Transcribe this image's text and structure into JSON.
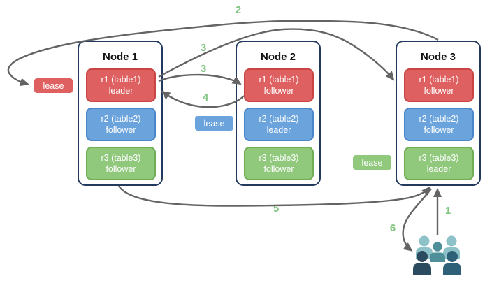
{
  "nodes": [
    {
      "title": "Node 1",
      "replicas": [
        {
          "label": "r1 (table1)",
          "role": "leader",
          "color": "red"
        },
        {
          "label": "r2 (table2)",
          "role": "follower",
          "color": "blue"
        },
        {
          "label": "r3 (table3)",
          "role": "follower",
          "color": "green"
        }
      ]
    },
    {
      "title": "Node 2",
      "replicas": [
        {
          "label": "r1 (table1)",
          "role": "follower",
          "color": "red"
        },
        {
          "label": "r2 (table2)",
          "role": "leader",
          "color": "blue"
        },
        {
          "label": "r3 (table3)",
          "role": "follower",
          "color": "green"
        }
      ]
    },
    {
      "title": "Node 3",
      "replicas": [
        {
          "label": "r1 (table1)",
          "role": "follower",
          "color": "red"
        },
        {
          "label": "r2 (table2)",
          "role": "follower",
          "color": "blue"
        },
        {
          "label": "r3 (table3)",
          "role": "leader",
          "color": "green"
        }
      ]
    }
  ],
  "leases": [
    {
      "label": "lease",
      "color": "red",
      "position": "left of Node 1, beside r1 leader"
    },
    {
      "label": "lease",
      "color": "blue",
      "position": "between Node 1 and Node 2, beside r2 leader"
    },
    {
      "label": "lease",
      "color": "green",
      "position": "between Node 2 and Node 3, beside r3 leader"
    }
  ],
  "steps": {
    "s1": "1",
    "s2": "2",
    "s3a": "3",
    "s3b": "3",
    "s4": "4",
    "s5": "5",
    "s6": "6"
  },
  "flows": [
    {
      "step": "1",
      "from": "users",
      "to": "r3 leader on Node 3"
    },
    {
      "step": "2",
      "from": "Node 3",
      "to": "lease tag left of Node 1"
    },
    {
      "step": "3",
      "from": "r1 leader on Node 1",
      "to": "r1 follower on Node 2"
    },
    {
      "step": "3",
      "from": "r1 leader on Node 1",
      "to": "r1 follower on Node 3"
    },
    {
      "step": "4",
      "from": "r1 follower on Node 2",
      "to": "r1 leader on Node 1"
    },
    {
      "step": "5",
      "from": "Node 1 bottom",
      "to": "r3 leader on Node 3"
    },
    {
      "step": "6",
      "from": "r3 leader on Node 3",
      "to": "users"
    }
  ],
  "colors": {
    "red_fill": "#df6060",
    "red_border": "#c94444",
    "blue_fill": "#6ba4dc",
    "blue_border": "#4a86c8",
    "green_fill": "#90c87c",
    "green_border": "#6fad56",
    "node_border": "#223a5e",
    "arrow": "#646464",
    "step_label": "#7fc47f",
    "users_light": "#8ec2c9",
    "users_mid": "#4f8f9a",
    "users_dark_left": "#2c4b5e",
    "users_dark_right": "#2e6078"
  },
  "users_icon": {
    "name": "users-group",
    "people_count": 5
  }
}
